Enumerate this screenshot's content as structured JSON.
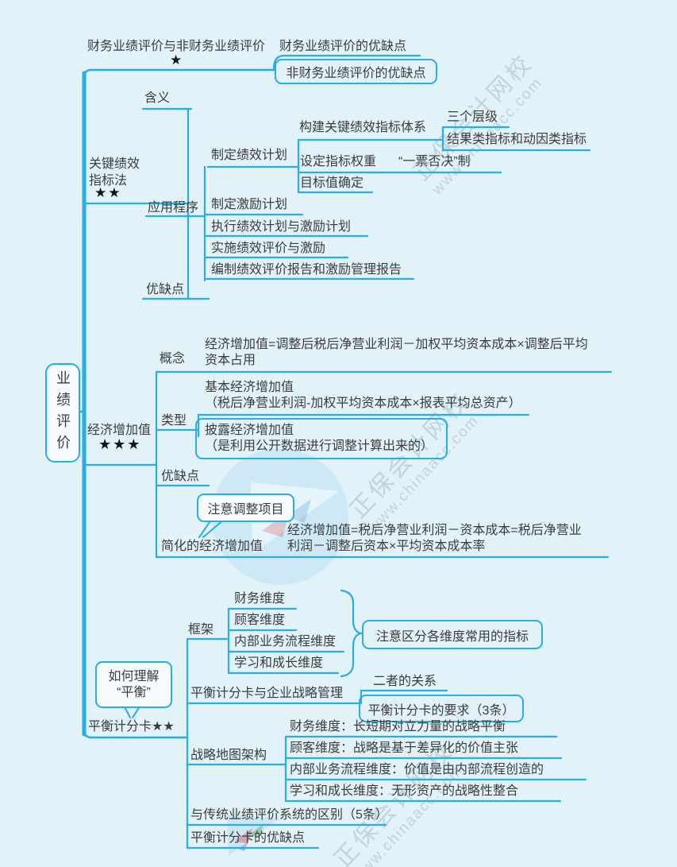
{
  "colors": {
    "background": "#e1f2f9",
    "line": "#29ade3",
    "text": "#3c3c3c",
    "star": "#141414"
  },
  "root": {
    "label": "业绩评价"
  },
  "watermark": {
    "brand": "正保会计网校",
    "url": "www.chinaacc.com"
  },
  "financial_branch": {
    "label": "财务业绩评价与非财务业绩评价",
    "stars": "★",
    "financial_pros_cons": "财务业绩评价的优缺点",
    "nonfinancial_pros_cons": "非财务业绩评价的优缺点"
  },
  "kpi_branch": {
    "label_line1": "关键绩效",
    "label_line2": "指标法",
    "stars": "★★",
    "meaning": "含义",
    "procedure": "应用程序",
    "plan_performance": "制定绩效计划",
    "build_system": "构建关键绩效指标体系",
    "three_levels": "三个层级",
    "result_driver_indicators": "结果类指标和动因类指标",
    "set_weights": "设定指标权重",
    "one_vote_veto": "“一票否决”制",
    "target_value": "目标值确定",
    "plan_incentive": "制定激励计划",
    "execute_plans": "执行绩效计划与激励计划",
    "implement_evaluation": "实施绩效评价与激励",
    "prepare_reports": "编制绩效评价报告和激励管理报告",
    "pros_cons": "优缺点"
  },
  "eva_branch": {
    "label": "经济增加值",
    "stars": "★★★",
    "concept": "概念",
    "concept_formula_line1": "经济增加值=调整后税后净营业利润－加权平均资本成本×调整后平均",
    "concept_formula_line2": "资本占用",
    "type": "类型",
    "basic_eva": "基本经济增加值",
    "basic_eva_note": "（税后净营业利润-加权平均资本成本×报表平均总资产）",
    "disclosed_eva": "披露经济增加值",
    "disclosed_eva_note": "（是利用公开数据进行调整计算出来的）",
    "pros_cons": "优缺点",
    "note_adjustment": "注意调整项目",
    "simplified": "简化的经济增加值",
    "simplified_formula_line1": "经济增加值=税后净营业利润－资本成本=税后净营业",
    "simplified_formula_line2": "利润－调整后资本×平均资本成本率"
  },
  "bsc_branch": {
    "label": "平衡计分卡★★",
    "how_to_understand_line1": "如何理解",
    "how_to_understand_line2": "“平衡”",
    "framework": "框架",
    "dim_financial": "财务维度",
    "dim_customer": "顾客维度",
    "dim_internal": "内部业务流程维度",
    "dim_learning": "学习和成长维度",
    "note_indicators": "注意区分各维度常用的指标",
    "strategy_mgmt": "平衡计分卡与企业战略管理",
    "relationship": "二者的关系",
    "requirements": "平衡计分卡的要求（3条）",
    "strategy_map": "战略地图架构",
    "map_financial": "财务维度：长短期对立力量的战略平衡",
    "map_customer": "顾客维度：战略是基于差异化的价值主张",
    "map_internal": "内部业务流程维度：价值是由内部流程创造的",
    "map_learning": "学习和成长维度：无形资产的战略性整合",
    "diff_traditional": "与传统业绩评价系统的区别（5条）",
    "bsc_pros_cons": "平衡计分卡的优缺点"
  }
}
